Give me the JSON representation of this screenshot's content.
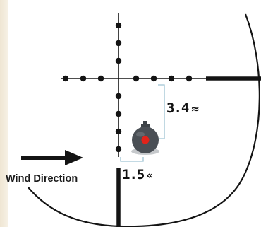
{
  "elevation_holdover": {
    "value": "3.4",
    "indicator": "≈"
  },
  "windage_holdover": {
    "value": "1.5",
    "indicator": "«"
  },
  "wind_direction": {
    "label": "Wind Direction",
    "arrow": "arrow-right-icon"
  },
  "colors": {
    "reticle": "#141414",
    "bracket": "#9fc4d3",
    "target_body": "#4a4f55",
    "target_center": "#e2231a"
  }
}
